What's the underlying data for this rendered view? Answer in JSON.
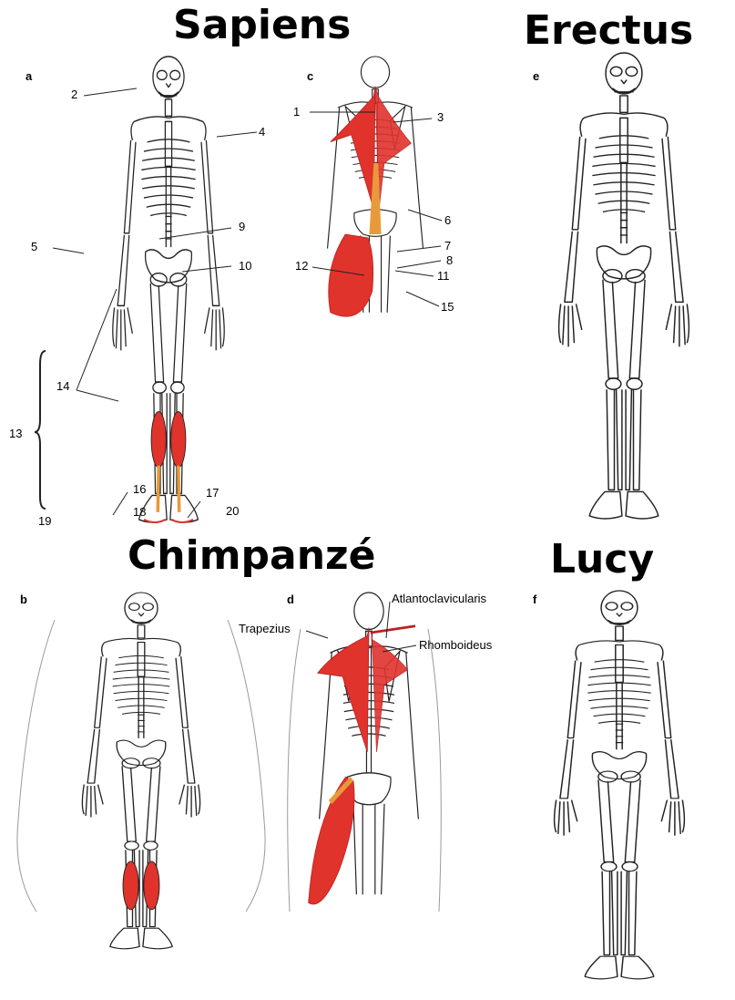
{
  "titles": {
    "sapiens": "Sapiens",
    "erectus": "Erectus",
    "chimp": "Chimpanzé",
    "lucy": "Lucy"
  },
  "panels": {
    "a": "a",
    "b": "b",
    "c": "c",
    "d": "d",
    "e": "e",
    "f": "f"
  },
  "numbers": {
    "n1": "1",
    "n2": "2",
    "n3": "3",
    "n4": "4",
    "n5": "5",
    "n6": "6",
    "n7": "7",
    "n8": "8",
    "n9": "9",
    "n10": "10",
    "n11": "11",
    "n12": "12",
    "n13": "13",
    "n14": "14",
    "n15": "15",
    "n16": "16",
    "n17": "17",
    "n18": "18",
    "n19": "19",
    "n20": "20"
  },
  "muscle_labels": {
    "atlanto": "Atlantoclavicularis",
    "trapezius": "Trapezius",
    "rhomboideus": "Rhomboideus"
  },
  "colors": {
    "muscle_red": "#e0332c",
    "tendon_orange": "#e89a3a",
    "bone_line": "#222222",
    "fur_line": "#9a9a9a"
  }
}
